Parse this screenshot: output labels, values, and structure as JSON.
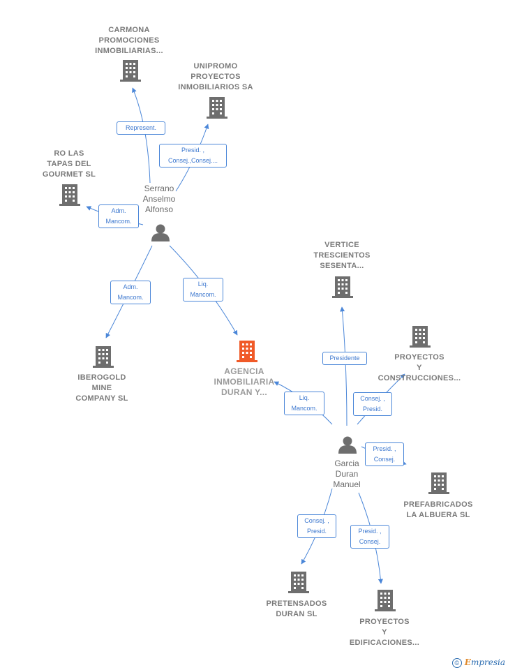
{
  "companies": {
    "carmona": [
      "CARMONA",
      "PROMOCIONES",
      "INMOBILIARIAS..."
    ],
    "unipromo": [
      "UNIPROMO",
      "PROYECTOS",
      "INMOBILIARIOS SA"
    ],
    "rolastapas": [
      "RO LAS",
      "TAPAS DEL",
      "GOURMET SL"
    ],
    "iberogold": [
      "IBEROGOLD",
      "MINE",
      "COMPANY SL"
    ],
    "agencia": [
      "AGENCIA",
      "INMOBILIARIA",
      "DURAN Y..."
    ],
    "vertice": [
      "VERTICE",
      "TRESCIENTOS",
      "SESENTA..."
    ],
    "proycons": [
      "PROYECTOS",
      "Y",
      "CONSTRUCCIONES..."
    ],
    "prefabricados": [
      "PREFABRICADOS",
      "LA ALBUERA SL"
    ],
    "pretensados": [
      "PRETENSADOS",
      "DURAN SL"
    ],
    "proyedif": [
      "PROYECTOS",
      "Y",
      "EDIFICACIONES..."
    ]
  },
  "persons": {
    "serrano": [
      "Serrano",
      "Anselmo",
      "Alfonso"
    ],
    "garcia": [
      "Garcia",
      "Duran",
      "Manuel"
    ]
  },
  "edges": {
    "represent": [
      "Represent."
    ],
    "presid_unipromo": [
      "Presid. ,",
      "Consej.,Consej...."
    ],
    "adm_rolas": [
      "Adm.",
      "Mancom."
    ],
    "adm_iberogold": [
      "Adm.",
      "Mancom."
    ],
    "liq_serrano": [
      "Liq.",
      "Mancom."
    ],
    "presidente": [
      "Presidente"
    ],
    "liq_garcia": [
      "Liq.",
      "Mancom."
    ],
    "consej_proycons": [
      "Consej. ,",
      "Presid."
    ],
    "presid_prefab": [
      "Presid. ,",
      "Consej."
    ],
    "consej_pretensados": [
      "Consej. ,",
      "Presid."
    ],
    "presid_proyedif": [
      "Presid. ,",
      "Consej."
    ]
  },
  "colors": {
    "company_icon": "#6e6e6e",
    "focus_icon": "#f05a28",
    "edge_line": "#4a86d8",
    "person_icon": "#6e6e6e"
  },
  "footer": {
    "copyright": "©",
    "brand_initial": "E",
    "brand_rest": "mpresia"
  }
}
